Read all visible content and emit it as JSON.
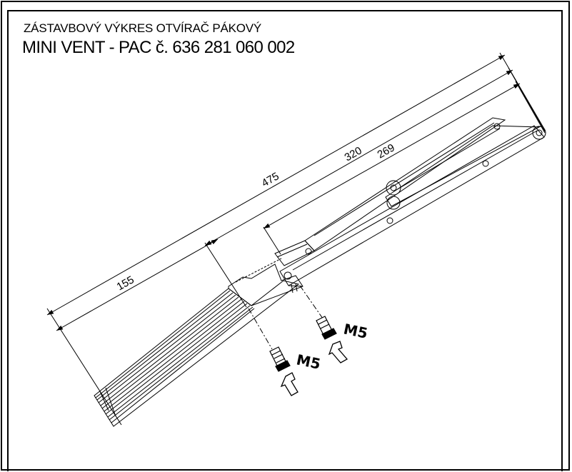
{
  "title": {
    "line1": "ZÁSTAVBOVÝ VÝKRES OTVÍRAČ PÁKOVÝ",
    "line2": "MINI VENT - PAC  č. 636 281 060 002"
  },
  "dimensions": {
    "d475": "475",
    "d320": "320",
    "d269": "269",
    "d155": "155"
  },
  "screws": {
    "left": "M5",
    "right": "M5"
  }
}
